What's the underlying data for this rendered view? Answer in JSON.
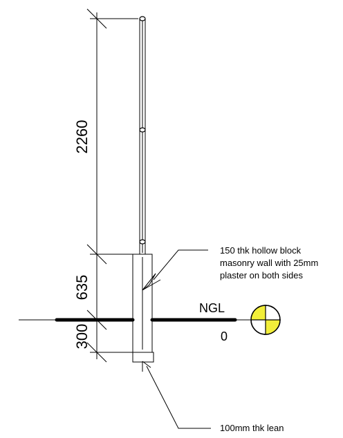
{
  "dimensions": {
    "top_height": "2260",
    "middle_height": "635",
    "bottom_height": "300"
  },
  "callouts": {
    "wall_line1": "150 thk hollow block",
    "wall_line2": "masonry wall with 25mm",
    "wall_line3": "plaster on both sides",
    "lean": "100mm thk lean"
  },
  "ground": {
    "label": "NGL",
    "level": "0"
  },
  "colors": {
    "level_marker_fill": "#f2ee3a",
    "line": "#000000"
  }
}
